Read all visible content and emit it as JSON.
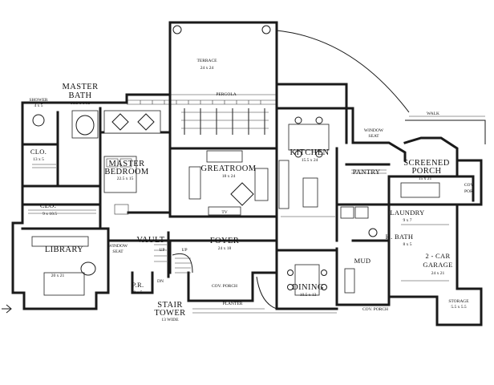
{
  "rooms": {
    "terrace": {
      "name": "TERRACE",
      "size": "24 x 24"
    },
    "pergola": {
      "name": "PERGOLA"
    },
    "walk": {
      "name": "WALK"
    },
    "shower": {
      "name": "SHOWER",
      "size": "4 x 5"
    },
    "master_bath": {
      "name_1": "MASTER",
      "name_2": "BATH",
      "size": "10.5 x 14.5"
    },
    "clo_1": {
      "name": "CLO.",
      "size": "13 x 5"
    },
    "master_bedroom": {
      "name_1": "MASTER",
      "name_2": "BEDROOM",
      "size": "22.5 x 15"
    },
    "greatroom": {
      "name": "GREATROOM",
      "size": "18 x 24"
    },
    "kitchen": {
      "name": "KITCHEN",
      "size": "15.5 x 24"
    },
    "window_seat_1": {
      "name_1": "WINDOW",
      "name_2": "SEAT"
    },
    "screened_porch": {
      "name_1": "SCREENED",
      "name_2": "PORCH",
      "size": "15 x 21"
    },
    "pantry": {
      "name": "PANTRY"
    },
    "cov_por_1": {
      "name_1": "COV.",
      "name_2": "POR."
    },
    "clo_2": {
      "name": "CLO.",
      "size": "9 x 10.5"
    },
    "tv": {
      "name": "TV"
    },
    "laundry": {
      "name": "LAUNDRY",
      "size": "9 x 7"
    },
    "library": {
      "name": "LIBRARY",
      "size": "20 x 21"
    },
    "vault": {
      "name": "VAULT"
    },
    "window_seat_2": {
      "name_1": "WINDOW",
      "name_2": "SEAT"
    },
    "foyer": {
      "name": "FOYER",
      "size": "24 x 18"
    },
    "h_bath": {
      "name": "H. BATH",
      "size": "8 x 5"
    },
    "garage": {
      "name_1": "2 - CAR",
      "name_2": "GARAGE",
      "size": "24 x 21"
    },
    "mud": {
      "name": "MUD"
    },
    "pr": {
      "name": "P.R.",
      "size": "9 x 5"
    },
    "cov_porch_front": {
      "name": "COV. PORCH"
    },
    "dining": {
      "name": "DINING",
      "size": "10.5 x 13"
    },
    "stair_tower": {
      "name_1": "STAIR",
      "name_2": "TOWER",
      "size": "13 WIDE"
    },
    "planter": {
      "name": "PLANTER"
    },
    "cov_porch_side": {
      "name": "COV. PORCH"
    },
    "storage": {
      "name": "STORAGE",
      "size": "5.5 x 5.5"
    }
  },
  "stair_marks": {
    "up_1": "UP",
    "dn": "DN",
    "up_2": "UP"
  }
}
